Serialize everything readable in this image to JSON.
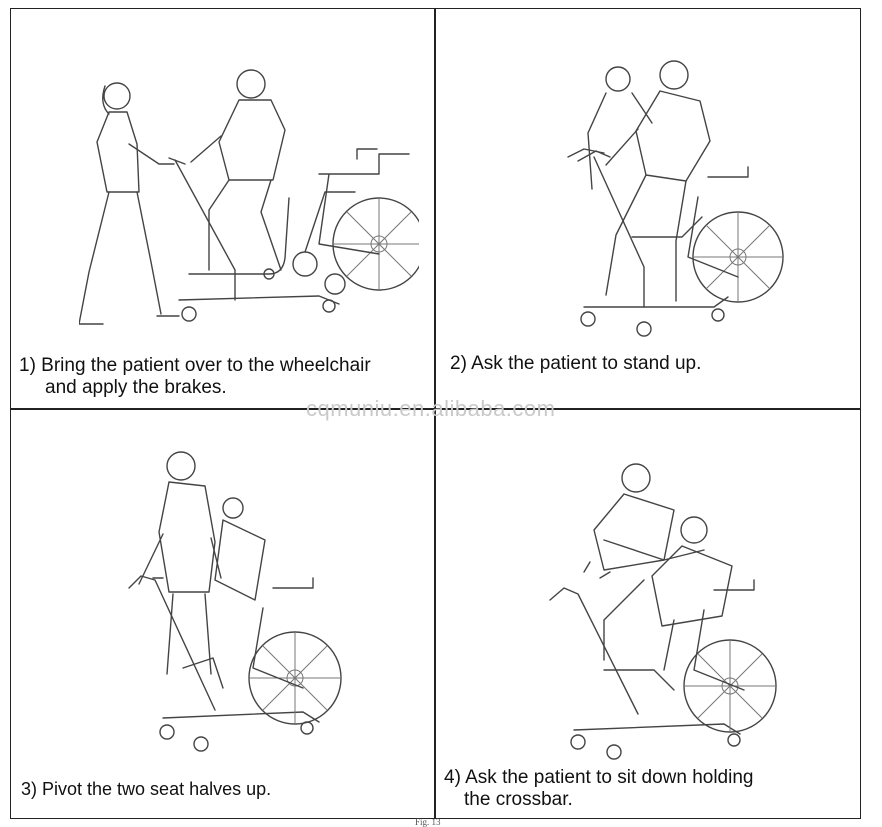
{
  "steps": [
    {
      "line1": "1) Bring the patient over to the wheelchair",
      "line2": "and apply the brakes."
    },
    {
      "line1": "2) Ask the patient to stand up.",
      "line2": ""
    },
    {
      "line1": "3) Pivot the two seat halves up.",
      "line2": ""
    },
    {
      "line1": "4) Ask the patient to sit down holding",
      "line2": "the crossbar."
    }
  ],
  "watermark": "cqmuniu.en.alibaba.com",
  "figure_label": "Fig. 13"
}
